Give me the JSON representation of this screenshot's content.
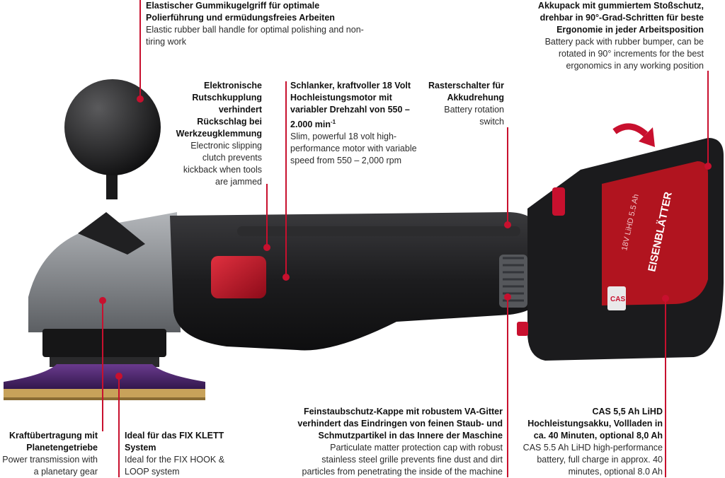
{
  "colors": {
    "accent": "#c8102e",
    "body": "#1d1d1f",
    "pad": "#4b2a6b",
    "velcro": "#c8a25a",
    "gear_housing": "#8a8d91"
  },
  "callouts": {
    "ball_handle": {
      "de": "Elastischer Gummikugelgriff für optimale Polierführung und ermüdungsfreies Arbeiten",
      "en": "Elastic rubber ball handle for optimal polishing and non-tiring work"
    },
    "battery_bumper": {
      "de": "Akkupack mit gummiertem Stoßschutz, drehbar in 90°-Grad-Schritten für beste Ergonomie in jeder Arbeitsposition",
      "en": "Battery pack with rubber bumper, can be rotated in 90° increments for the best ergonomics in any working position"
    },
    "slip_clutch": {
      "de": "Elektronische Rutschkupplung verhindert Rückschlag bei Werkzeugklemmung",
      "en": "Electronic slipping clutch prevents kickback when tools are jammed"
    },
    "motor": {
      "de": "Schlanker, kraftvoller 18 Volt Hochleistungsmotor mit variabler Drehzahl von",
      "de_speed": "550 – 2.000 min",
      "de_speed_sup": "-1",
      "en": "Slim, powerful 18 volt high-performance motor with variable speed from 550 – 2,000 rpm"
    },
    "detent_switch": {
      "de": "Rasterschalter für Akkudrehung",
      "en": "Battery rotation switch"
    },
    "planetary_gear": {
      "de": "Kraftübertragung mit Planetengetriebe",
      "en": "Power transmission with a planetary gear"
    },
    "fix_klett": {
      "de": "Ideal für das FIX KLETT System",
      "en": "Ideal for the FIX HOOK & LOOP system"
    },
    "dust_cap": {
      "de": "Feinstaubschutz-Kappe mit robustem VA-Gitter verhindert das Eindringen von feinen Staub- und Schmutzpartikel in das Innere der Maschine",
      "en": "Particulate matter protection cap with robust stainless steel grille prevents fine dust and dirt particles from penetrating the inside of the machine"
    },
    "battery_cas": {
      "de": "CAS 5,5 Ah LiHD Hochleistungsakku, Vollladen in ca. 40 Minuten, optional 8,0 Ah",
      "en": "CAS 5.5 Ah LiHD high-performance battery, full charge in approx. 40 minutes, optional 8.0 Ah"
    }
  },
  "battery_label": {
    "brand": "EISENBLÄTTER",
    "spec": "18V LiHD 5.5 Ah",
    "badge": "CAS"
  }
}
